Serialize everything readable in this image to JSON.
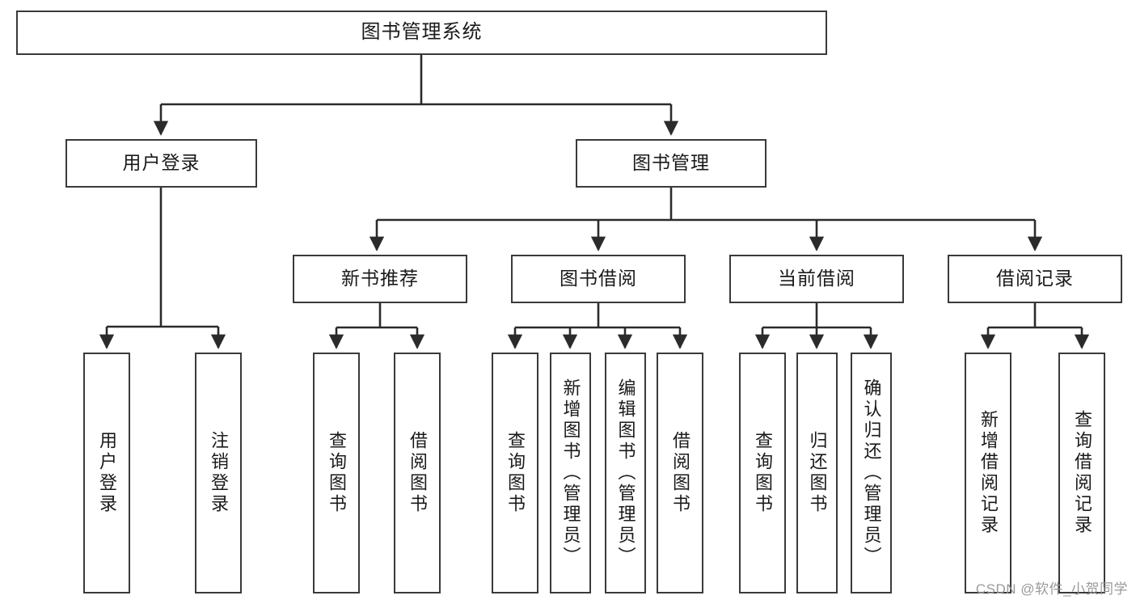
{
  "diagram": {
    "title": "图书管理系统",
    "type": "tree-hierarchy",
    "watermark": "CSDN @软件_小贺同学",
    "colors": {
      "background": "#ffffff",
      "box_border": "#3a3a3a",
      "box_fill": "#ffffff",
      "text": "#1a1a1a",
      "connector": "#2b2b2b",
      "watermark": "#9a9a9a"
    },
    "root": {
      "label": "图书管理系统"
    },
    "level2": [
      {
        "label": "用户登录"
      },
      {
        "label": "图书管理"
      }
    ],
    "level3": [
      {
        "label": "新书推荐"
      },
      {
        "label": "图书借阅"
      },
      {
        "label": "当前借阅"
      },
      {
        "label": "借阅记录"
      }
    ],
    "leaves": {
      "user_login": [
        {
          "label": "用户登录"
        },
        {
          "label": "注销登录"
        }
      ],
      "new_book_recommend": [
        {
          "label": "查询图书"
        },
        {
          "label": "借阅图书"
        }
      ],
      "book_borrow": [
        {
          "label": "查询图书"
        },
        {
          "label": "新增图书（管理员）"
        },
        {
          "label": "编辑图书（管理员）"
        },
        {
          "label": "借阅图书"
        }
      ],
      "current_borrow": [
        {
          "label": "查询图书"
        },
        {
          "label": "归还图书"
        },
        {
          "label": "确认归还（管理员）"
        }
      ],
      "borrow_record": [
        {
          "label": "新增借阅记录"
        },
        {
          "label": "查询借阅记录"
        }
      ]
    }
  }
}
